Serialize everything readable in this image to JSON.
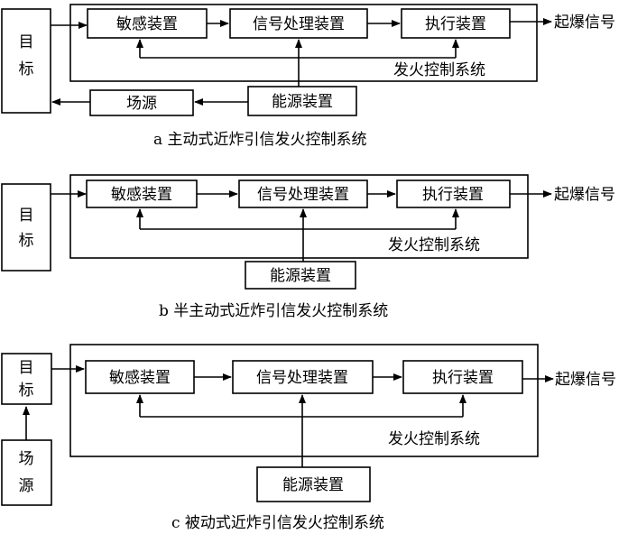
{
  "panels": {
    "a": {
      "target_line1": "目",
      "target_line2": "标",
      "sensing": "敏感装置",
      "signal": "信号处理装置",
      "actuator": "执行装置",
      "output": "起爆信号",
      "system": "发火控制系统",
      "field": "场源",
      "energy": "能源装置",
      "caption": "a  主动式近炸引信发火控制系统"
    },
    "b": {
      "target_line1": "目",
      "target_line2": "标",
      "sensing": "敏感装置",
      "signal": "信号处理装置",
      "actuator": "执行装置",
      "output": "起爆信号",
      "system": "发火控制系统",
      "energy": "能源装置",
      "caption": "b  半主动式近炸引信发火控制系统"
    },
    "c": {
      "target_line1": "目",
      "target_line2": "标",
      "sensing": "敏感装置",
      "signal": "信号处理装置",
      "actuator": "执行装置",
      "output": "起爆信号",
      "system": "发火控制系统",
      "field_line1": "场",
      "field_line2": "源",
      "energy": "能源装置",
      "caption": "c  被动式近炸引信发火控制系统"
    }
  }
}
